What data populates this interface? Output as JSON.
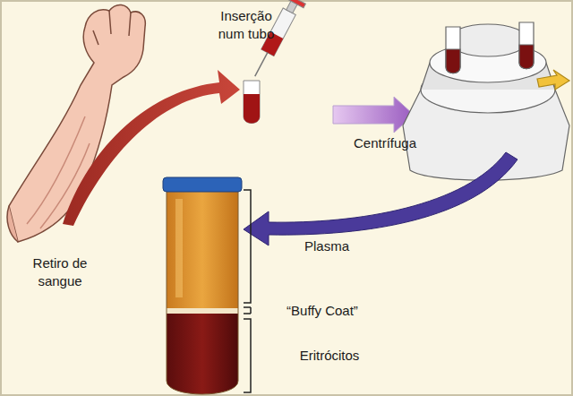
{
  "diagram": {
    "labels": [
      "Inserção num tubo",
      "Centrífuga",
      "Retiro de sangue",
      "Plasma",
      "“Buffy Coat”",
      "Eritrócitos"
    ]
  }
}
